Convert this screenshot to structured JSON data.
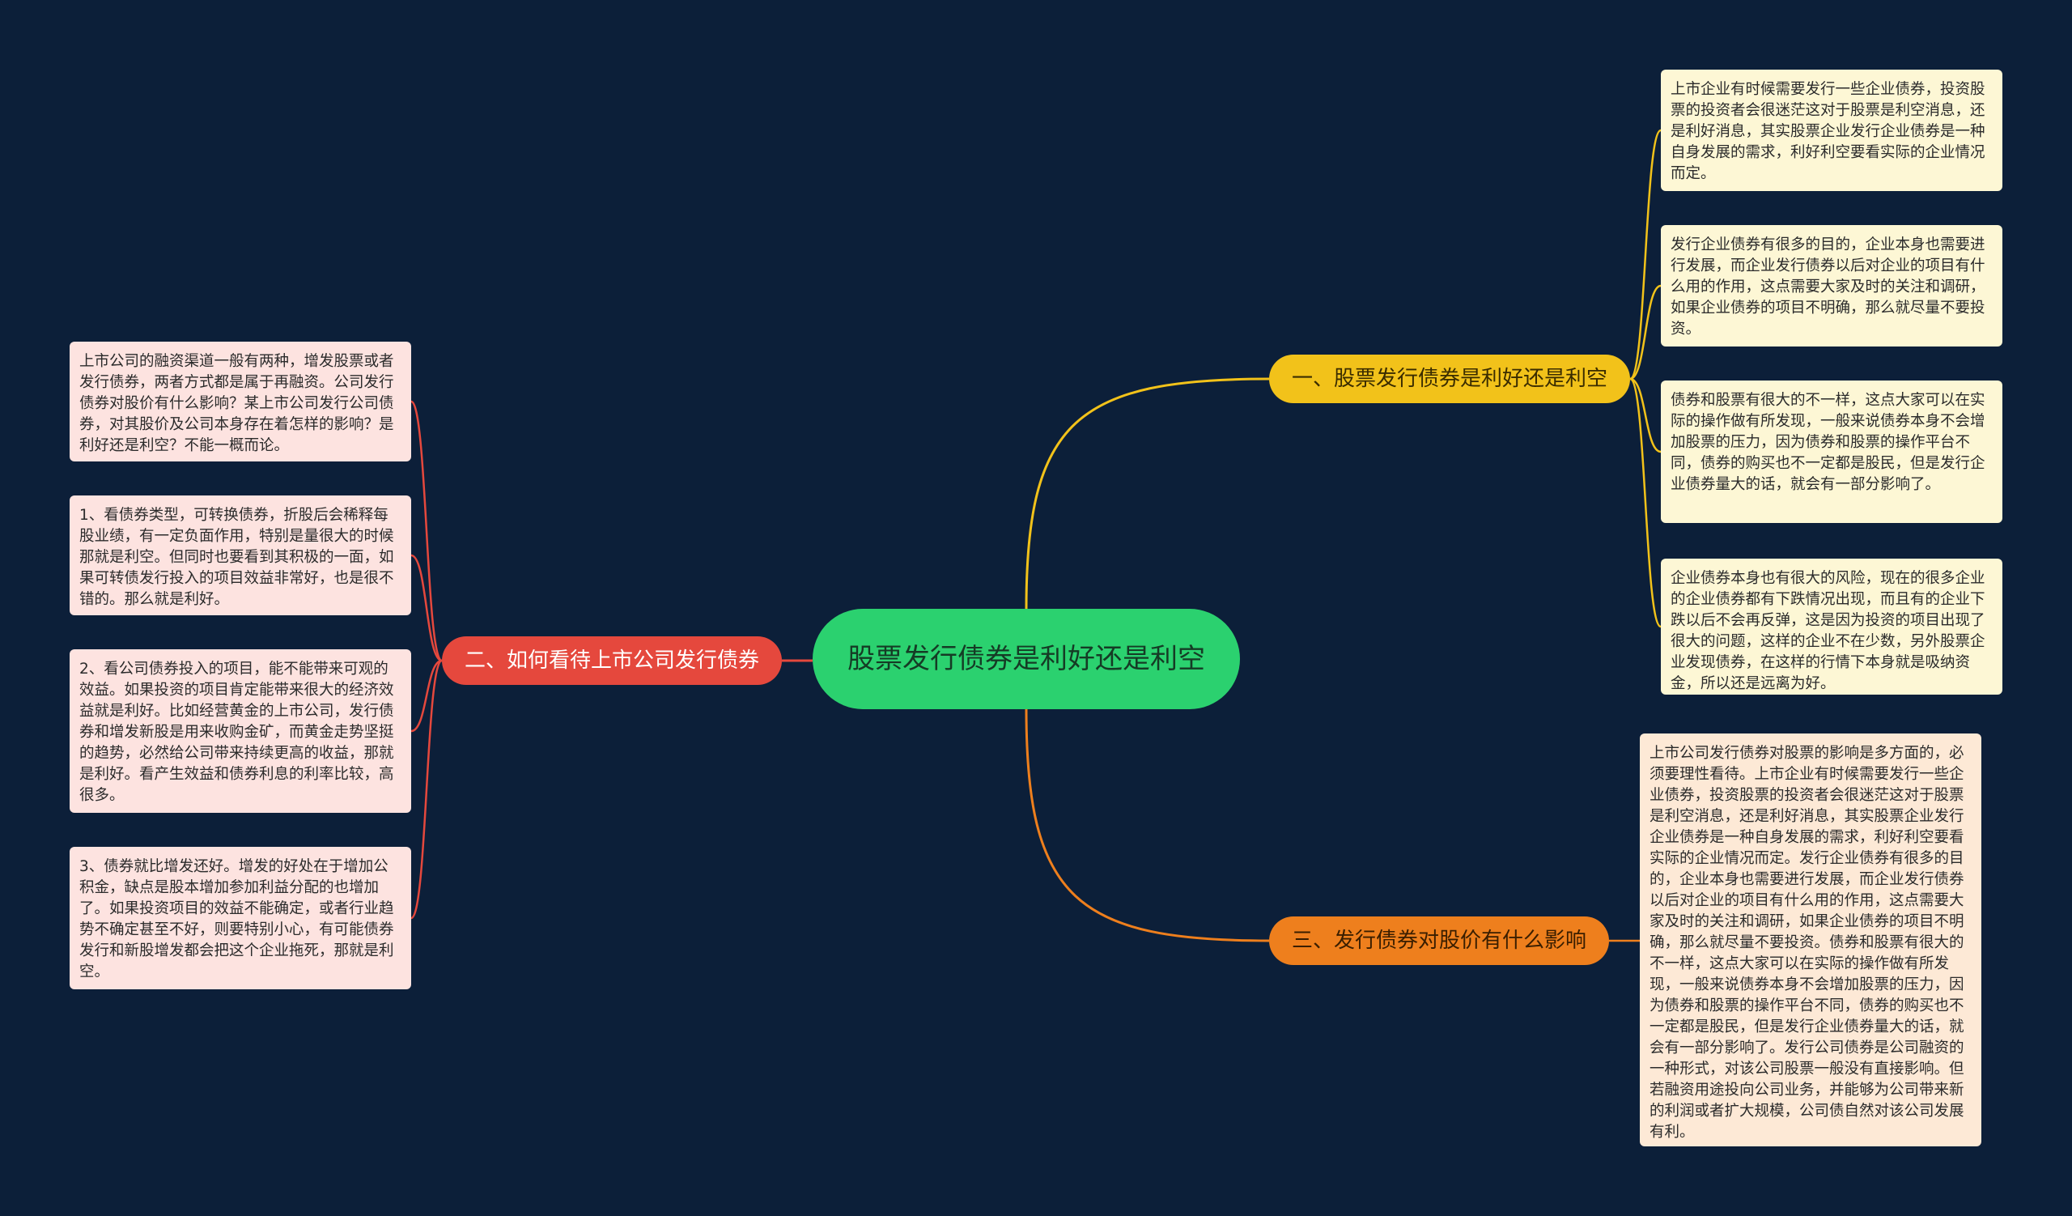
{
  "root": {
    "label": "股票发行债券是利好还是利空"
  },
  "branches": [
    {
      "label": "一、股票发行债券是利好还是利空",
      "leaves": [
        "上市企业有时候需要发行一些企业债券，投资股票的投资者会很迷茫这对于股票是利空消息，还是利好消息，其实股票企业发行企业债券是一种自身发展的需求，利好利空要看实际的企业情况而定。",
        "发行企业债券有很多的目的，企业本身也需要进行发展，而企业发行债券以后对企业的项目有什么用的作用，这点需要大家及时的关注和调研，如果企业债券的项目不明确，那么就尽量不要投资。",
        "债券和股票有很大的不一样，这点大家可以在实际的操作做有所发现，一般来说债券本身不会增加股票的压力，因为债券和股票的操作平台不同，债券的购买也不一定都是股民，但是发行企业债券量大的话，就会有一部分影响了。",
        "企业债券本身也有很大的风险，现在的很多企业的企业债券都有下跌情况出现，而且有的企业下跌以后不会再反弹，这是因为投资的项目出现了很大的问题，这样的企业不在少数，另外股票企业发现债券，在这样的行情下本身就是吸纳资金，所以还是远离为好。"
      ]
    },
    {
      "label": "二、如何看待上市公司发行债券",
      "leaves": [
        "上市公司的融资渠道一般有两种，增发股票或者发行债券，两者方式都是属于再融资。公司发行债券对股价有什么影响？某上市公司发行公司债券，对其股价及公司本身存在着怎样的影响？是利好还是利空？不能一概而论。",
        "1、看债券类型，可转换债券，折股后会稀释每股业绩，有一定负面作用，特别是量很大的时候那就是利空。但同时也要看到其积极的一面，如果可转债发行投入的项目效益非常好，也是很不错的。那么就是利好。",
        "2、看公司债券投入的项目，能不能带来可观的效益。如果投资的项目肯定能带来很大的经济效益就是利好。比如经营黄金的上市公司，发行债券和增发新股是用来收购金矿，而黄金走势坚挺的趋势，必然给公司带来持续更高的收益，那就是利好。看产生效益和债券利息的利率比较，高很多。",
        "3、债券就比增发还好。增发的好处在于增加公积金，缺点是股本增加参加利益分配的也增加了。如果投资项目的效益不能确定，或者行业趋势不确定甚至不好，则要特别小心，有可能债券发行和新股增发都会把这个企业拖死，那就是利空。"
      ]
    },
    {
      "label": "三、发行债券对股价有什么影响",
      "leaves": [
        "上市公司发行债券对股票的影响是多方面的，必须要理性看待。上市企业有时候需要发行一些企业债券，投资股票的投资者会很迷茫这对于股票是利空消息，还是利好消息，其实股票企业发行企业债券是一种自身发展的需求，利好利空要看实际的企业情况而定。发行企业债券有很多的目的，企业本身也需要进行发展，而企业发行债券以后对企业的项目有什么用的作用，这点需要大家及时的关注和调研，如果企业债券的项目不明确，那么就尽量不要投资。债券和股票有很大的不一样，这点大家可以在实际的操作做有所发现，一般来说债券本身不会增加股票的压力，因为债券和股票的操作平台不同，债券的购买也不一定都是股民，但是发行企业债券量大的话，就会有一部分影响了。发行公司债券是公司融资的一种形式，对该公司股票一般没有直接影响。但若融资用途投向公司业务，并能够为公司带来新的利润或者扩大规模，公司债自然对该公司发展有利。"
      ]
    }
  ],
  "colors": {
    "background": "#0c1f39",
    "root": "#2bd16f",
    "branch1": "#f2c21a",
    "branch2": "#e5483d",
    "branch3": "#ee7f1d"
  }
}
